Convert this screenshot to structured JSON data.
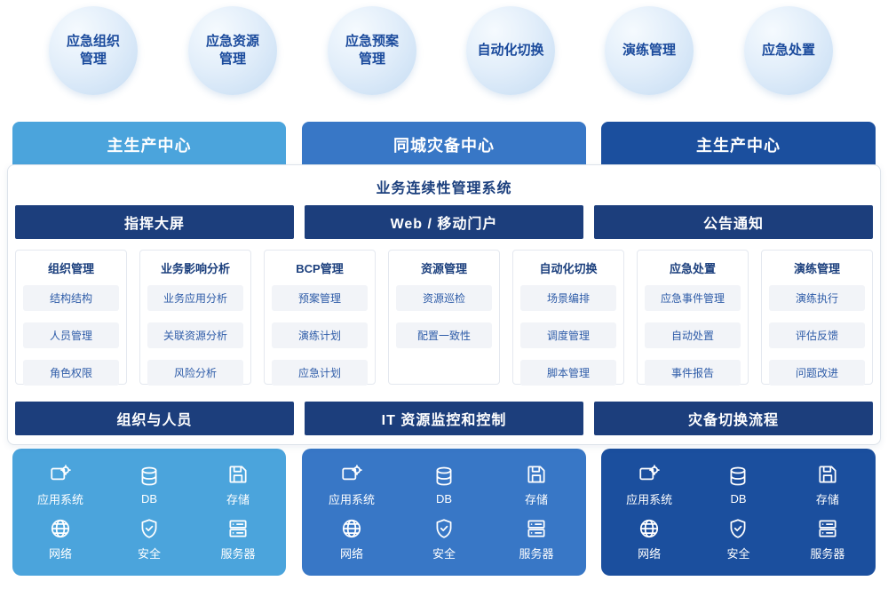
{
  "colors": {
    "light_blue": "#4BA4DC",
    "mid_blue": "#3877C6",
    "dark_blue": "#1B4F9E",
    "navy_bar": "#1C3E7C",
    "title_navy": "#1B3F7D"
  },
  "bubbles": [
    {
      "label": "应急组织\n管理"
    },
    {
      "label": "应急资源\n管理"
    },
    {
      "label": "应急预案\n管理"
    },
    {
      "label": "自动化切换"
    },
    {
      "label": "演练管理"
    },
    {
      "label": "应急处置"
    }
  ],
  "centers": [
    {
      "label": "主生产中心"
    },
    {
      "label": "同城灾备中心"
    },
    {
      "label": "主生产中心"
    }
  ],
  "system": {
    "title": "业务连续性管理系统",
    "top_bars": [
      {
        "label": "指挥大屏"
      },
      {
        "label": "Web / 移动门户"
      },
      {
        "label": "公告通知"
      }
    ],
    "columns": [
      {
        "title": "组织管理",
        "items": [
          "结构结构",
          "人员管理",
          "角色权限"
        ]
      },
      {
        "title": "业务影响分析",
        "items": [
          "业务应用分析",
          "关联资源分析",
          "风险分析"
        ]
      },
      {
        "title": "BCP管理",
        "items": [
          "预案管理",
          "演练计划",
          "应急计划"
        ]
      },
      {
        "title": "资源管理",
        "items": [
          "资源巡检",
          "配置一致性"
        ]
      },
      {
        "title": "自动化切换",
        "items": [
          "场景编排",
          "调度管理",
          "脚本管理"
        ]
      },
      {
        "title": "应急处置",
        "items": [
          "应急事件管理",
          "自动处置",
          "事件报告"
        ]
      },
      {
        "title": "演练管理",
        "items": [
          "演练执行",
          "评估反馈",
          "问题改进"
        ]
      }
    ],
    "bottom_bars": [
      {
        "label": "组织与人员"
      },
      {
        "label": "IT 资源监控和控制"
      },
      {
        "label": "灾备切换流程"
      }
    ]
  },
  "infrastructure": {
    "items": [
      {
        "icon": "app-system-icon",
        "label": "应用系统"
      },
      {
        "icon": "database-icon",
        "label": "DB"
      },
      {
        "icon": "storage-icon",
        "label": "存储"
      },
      {
        "icon": "network-icon",
        "label": "网络"
      },
      {
        "icon": "security-icon",
        "label": "安全"
      },
      {
        "icon": "server-icon",
        "label": "服务器"
      }
    ]
  }
}
